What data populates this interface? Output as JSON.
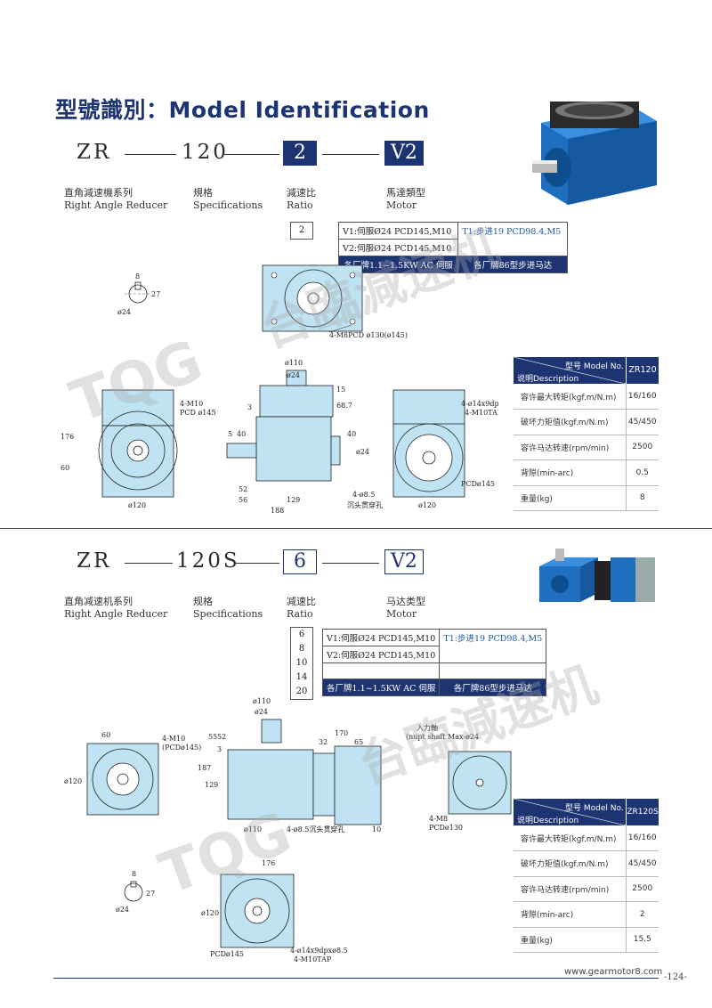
{
  "title": "型號識別：Model Identification",
  "section1": {
    "code": {
      "series": "ZR",
      "spec": "120",
      "ratio": "2",
      "motor": "V2"
    },
    "labels": {
      "series_cn": "直角減速機系列",
      "series_en": "Right Angle Reducer",
      "spec_cn": "規格",
      "spec_en": "Specifications",
      "ratio_cn": "減速比",
      "ratio_en": "Ratio",
      "motor_cn": "馬達類型",
      "motor_en": "Motor"
    },
    "ratio_options": [
      "2"
    ],
    "motor_options": {
      "servo1": "V1:伺服Ø24 PCD145,M10",
      "servo2": "V2:伺服Ø24 PCD145,M10",
      "stepper": "T1:步进19 PCD98.4,M5",
      "servo_footer": "各厂牌1.1~1.5KW AC 伺服",
      "stepper_footer": "各厂牌86型步进马达"
    },
    "specs": {
      "header_model": "型号 Model No.",
      "header_desc": "说明Description",
      "model": "ZR120",
      "rows": [
        {
          "label": "容许最大转矩(kgf.m/N.m)",
          "value": "16/160"
        },
        {
          "label": "破坏力矩值(kgf.m/N.m)",
          "value": "45/450"
        },
        {
          "label": "容许马达转速(rpm/min)",
          "value": "2500"
        },
        {
          "label": "背隙(min-arc)",
          "value": "0.5"
        },
        {
          "label": "重量(kg)",
          "value": "8"
        }
      ]
    },
    "dims": {
      "key_w": "8",
      "key_h": "27",
      "shaft": "ø24",
      "bolt": "4-M8PCD ø130(ø145)",
      "d110": "ø110",
      "d24": "ø24",
      "d15": "15",
      "d68_7": "68.7",
      "d3": "3",
      "d176": "176",
      "d60": "60",
      "m10": "4-M10",
      "pcd145": "PCD ø145",
      "d120": "ø120",
      "d5": "5",
      "d40": "40",
      "d52": "52",
      "d56": "56",
      "d129": "129",
      "d188": "188",
      "d85": "4-ø8.5",
      "cbore": "沉头贯穿孔",
      "d24b": "ø24",
      "d40b": "40",
      "tap": "4-ø14x9dpxø8.5",
      "tap2": "4-M10TAP",
      "pcd145b": "PCDø145",
      "d120b": "ø120"
    }
  },
  "section2": {
    "code": {
      "series": "ZR",
      "spec": "120S",
      "ratio": "6",
      "motor": "V2"
    },
    "labels": {
      "series_cn": "直角减速机系列",
      "series_en": "Right Angle Reducer",
      "spec_cn": "规格",
      "spec_en": "Specifications",
      "ratio_cn": "减速比",
      "ratio_en": "Ratio",
      "motor_cn": "马达类型",
      "motor_en": "Motor"
    },
    "ratio_options": [
      "6",
      "8",
      "10",
      "14",
      "20"
    ],
    "motor_options": {
      "servo1": "V1:伺服Ø24 PCD145,M10",
      "servo2": "V2:伺服Ø24 PCD145,M10",
      "stepper": "T1:步进19 PCD98.4,M5",
      "servo_footer": "各厂牌1.1~1.5KW AC 伺服",
      "stepper_footer": "各厂牌86型步进马达"
    },
    "specs": {
      "header_model": "型号 Model No.",
      "header_desc": "说明Description",
      "model": "ZR120S",
      "rows": [
        {
          "label": "容许最大转矩(kgf.m/N.m)",
          "value": "16/160"
        },
        {
          "label": "破坏力矩值(kgf.m/N.m)",
          "value": "45/450"
        },
        {
          "label": "容许马达转速(rpm/min)",
          "value": "2500"
        },
        {
          "label": "背隙(min-arc)",
          "value": "2"
        },
        {
          "label": "重量(kg)",
          "value": "15.5"
        }
      ]
    },
    "dims": {
      "d60": "60",
      "m10": "4-M10",
      "pcd145": "(PCDø145)",
      "d120": "ø120",
      "d110": "ø110",
      "d24": "ø24",
      "d55": "55",
      "d52": "52",
      "d3": "3",
      "d187": "187",
      "d129": "129",
      "d110b": "ø110",
      "cbore": "4-ø8.5沉头贯穿孔",
      "d10": "10",
      "d170": "170",
      "d65": "65",
      "d32": "32",
      "input_shaft": "入力軸",
      "input_shaft_en": "(nupt shaft Max-ø24",
      "m8": "4-M8",
      "pcd130": "PCDø130",
      "d176": "176",
      "key_w": "8",
      "key_h": "27",
      "shaft": "ø24",
      "d120b": "ø120",
      "pcd145b": "PCDø145",
      "tap": "4-ø14x9dpxø8.5",
      "tap2": "4-M10TAP"
    }
  },
  "watermark": {
    "brand": "TQG",
    "cn": "台臨減速机"
  },
  "footer": {
    "url": "www.gearmotor8.com",
    "page": "-124-"
  }
}
